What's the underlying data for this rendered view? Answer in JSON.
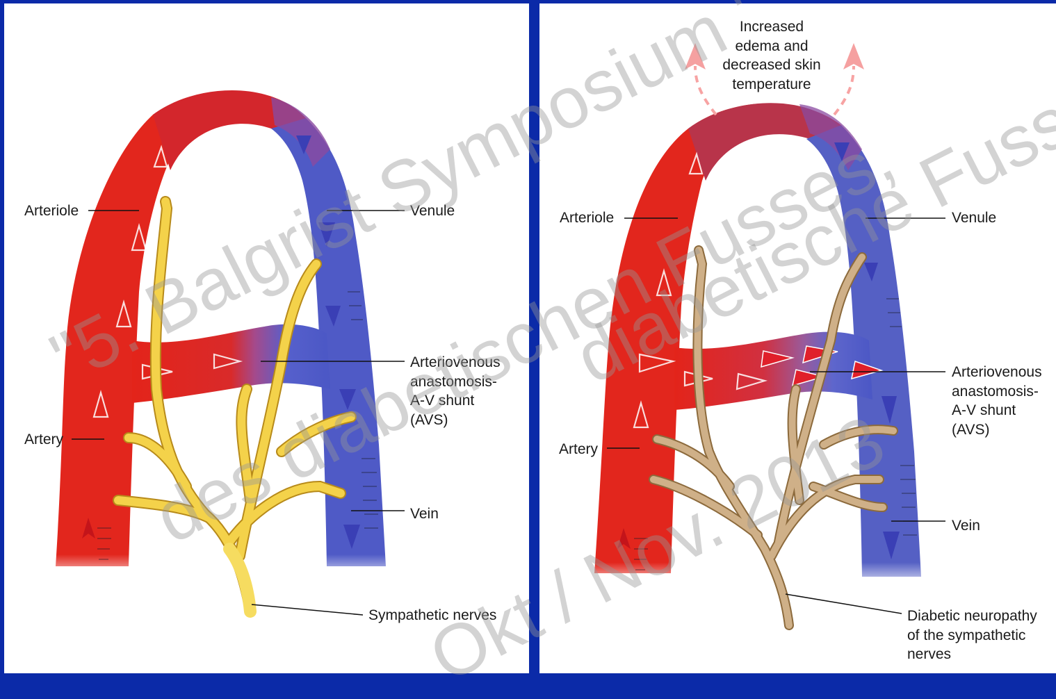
{
  "left_panel": {
    "labels": {
      "arteriole": "Arteriole",
      "venule": "Venule",
      "avs": "Arteriovenous\nanastomosis-\nA-V shunt\n(AVS)",
      "artery": "Artery",
      "vein": "Vein",
      "nerves": "Sympathetic nerves"
    }
  },
  "right_panel": {
    "labels": {
      "effect": "Increased\nedema and\ndecreased skin\ntemperature",
      "arteriole": "Arteriole",
      "venule": "Venule",
      "avs": "Arteriovenous\nanastomosis-\nA-V shunt\n(AVS)",
      "artery": "Artery",
      "vein": "Vein",
      "nerves": "Diabetic neuropathy\nof the sympathetic\nnerves"
    }
  },
  "watermark": {
    "line1": "\"5. Balgrist Symposium \"",
    "line2": "des diabetischen Fusses,",
    "line3": "diabetische Fussulkus\"",
    "line4": "Okt / Nov. 2013"
  },
  "colors": {
    "artery": "#e8251b",
    "vein": "#4a55c8",
    "healthy_nerve": "#f5d24a",
    "neuropathic_nerve": "#c9a77a",
    "border": "#0b2aa8"
  }
}
